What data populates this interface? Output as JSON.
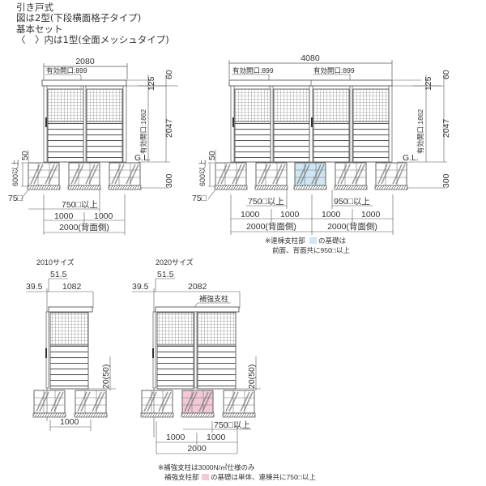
{
  "header": {
    "line1": "引き戸式",
    "line2": "図は2型(下段横面格子タイプ)",
    "line3": "基本セット",
    "line4": "〈　〉内は1型(全面メッシュタイプ)"
  },
  "colors": {
    "line": "#555555",
    "frame": "#666666",
    "joint_foundation": "#cfe6f3",
    "reinforce_foundation": "#f2c9d8",
    "background": "#ffffff"
  },
  "diagram_single": {
    "width_total": "2080",
    "opening_width": "有効開口:899",
    "roof_height": "125",
    "roof_offset": "60",
    "opening_height": "有効開口:1862",
    "total_height": "2047",
    "ground_label": "G.L.",
    "foundation_depth": "300",
    "foundation_top": "50",
    "foundation_size": "600以上",
    "footing_size": "75□",
    "foundation_square": "750□以上",
    "spacing_left": "1000",
    "spacing_right": "1000",
    "spacing_total": "2000(背面側)"
  },
  "diagram_double": {
    "width_total": "4080",
    "opening_width_left": "有効開口:899",
    "opening_width_right": "有効開口:899",
    "roof_height": "125",
    "roof_offset": "60",
    "opening_height": "有効開口:1862",
    "total_height": "2047",
    "ground_label": "G.L.",
    "foundation_depth": "300",
    "foundation_top": "50",
    "foundation_size": "600以上",
    "footing_size": "75□",
    "foundation_square": "750□以上",
    "joint_square": "950□以上",
    "spacings": [
      "1000",
      "1000",
      "1000",
      "1000"
    ],
    "spacing_totals": [
      "2000(背面側)",
      "2000(背面側)"
    ],
    "note_line1": "※連棟支柱部",
    "note_line1b": "の基礎は",
    "note_line2": "前面、背面共に950□以上"
  },
  "diagram_2010": {
    "title": "2010サイズ",
    "offset_top": "51.5",
    "offset_left": "39.5",
    "width": "1082",
    "foundation_top": "20(50)",
    "spacing": "1000"
  },
  "diagram_2020": {
    "title": "2020サイズ",
    "offset_top": "51.5",
    "offset_left": "39.5",
    "width": "2082",
    "reinforce_label": "補強支柱",
    "foundation_top": "20(50)",
    "foundation_square": "750□以上",
    "spacing_left": "1000",
    "spacing_right": "1000",
    "spacing_total": "2000",
    "note_line1": "※補強支柱は3000N/㎡仕様のみ",
    "note_line2a": "補強支柱部",
    "note_line2b": "の基礎は単体、連棟共に750□以上"
  }
}
